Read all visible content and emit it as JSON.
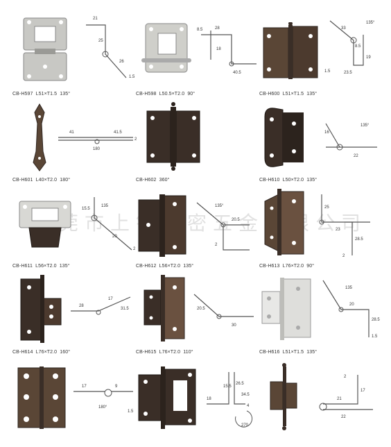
{
  "watermark": "东莞市上铭精密五金有限公司",
  "colors": {
    "antique": "#5a4636",
    "dark": "#3a2e27",
    "silver": "#c8c8c4",
    "line": "#555555"
  },
  "products": [
    {
      "code": "CB-H597",
      "spec": "L51×T1.5",
      "angle": "135°",
      "finish": "silver",
      "dims": [
        "21",
        "25",
        "26",
        "1.5"
      ]
    },
    {
      "code": "CB-H598",
      "spec": "L50.5×T2.0",
      "angle": "90°",
      "finish": "silver",
      "dims": [
        "8.5",
        "28",
        "18",
        "40.5"
      ]
    },
    {
      "code": "CB-H600",
      "spec": "L51×T1.5",
      "angle": "135°",
      "finish": "antique",
      "dims": [
        "135°",
        "33",
        "8.5",
        "19",
        "23.5",
        "1.5"
      ]
    },
    {
      "code": "CB-H601",
      "spec": "L40×T2.0",
      "angle": "180°",
      "finish": "antique",
      "dims": [
        "41",
        "41.5",
        "2",
        "180"
      ]
    },
    {
      "code": "CB-H602",
      "spec": "360°",
      "angle": "",
      "finish": "dark",
      "dims": []
    },
    {
      "code": "CB-H610",
      "spec": "L50×T2.0",
      "angle": "135°",
      "finish": "dark",
      "dims": [
        "135°",
        "16",
        "22"
      ]
    },
    {
      "code": "CB-H611",
      "spec": "L56×T2.0",
      "angle": "135°",
      "finish": "silver",
      "dims": [
        "15.5",
        "135",
        "20",
        "2"
      ]
    },
    {
      "code": "CB-H612",
      "spec": "L56×T2.0",
      "angle": "135°",
      "finish": "dark",
      "dims": [
        "135°",
        "20.5",
        "2"
      ]
    },
    {
      "code": "CB-H613",
      "spec": "L76×T2.0",
      "angle": "90°",
      "finish": "antique",
      "dims": [
        "25",
        "23",
        "28.5",
        "2"
      ]
    },
    {
      "code": "CB-H614",
      "spec": "L76×T2.0",
      "angle": "160°",
      "finish": "dark",
      "dims": [
        "28",
        "17",
        "31.5"
      ]
    },
    {
      "code": "CB-H615",
      "spec": "L76×T2.0",
      "angle": "110°",
      "finish": "antique",
      "dims": [
        "20.5",
        "30"
      ]
    },
    {
      "code": "CB-H616",
      "spec": "L51×T1.5",
      "angle": "135°",
      "finish": "white",
      "dims": [
        "135",
        "20",
        "28.5",
        "1.5"
      ]
    },
    {
      "code": "",
      "spec": "",
      "angle": "",
      "finish": "antique",
      "dims": [
        "17",
        "9",
        "180°",
        "1.5"
      ]
    },
    {
      "code": "",
      "spec": "",
      "angle": "",
      "finish": "dark",
      "dims": [
        "18",
        "15.5",
        "26.5",
        "34.5",
        "4",
        "270"
      ]
    },
    {
      "code": "",
      "spec": "",
      "angle": "",
      "finish": "antique",
      "dims": [
        "2",
        "17",
        "21",
        "22"
      ]
    }
  ]
}
